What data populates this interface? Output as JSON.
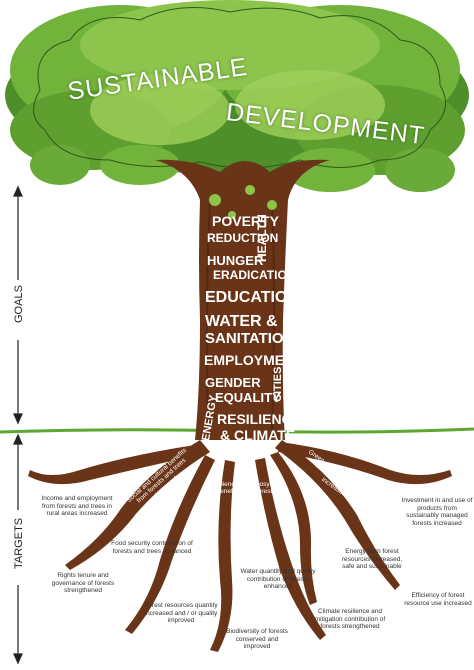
{
  "title": {
    "line1": "SUSTAINABLE",
    "line2": "DEVELOPMENT"
  },
  "axis": {
    "goals": "GOALS",
    "targets": "TARGETS"
  },
  "goals": {
    "poverty_1": "POVERTY",
    "poverty_2": "REDUCTION",
    "health": "HEALTH",
    "hunger_1": "HUNGER",
    "hunger_2": "ERADICATION",
    "education": "EDUCATION",
    "water_1": "WATER &",
    "water_2": "SANITATION",
    "employment": "EMPLOYMENT",
    "gender_1": "GENDER",
    "gender_2": "EQUALITY",
    "cities": "CITIES",
    "energy": "ENERGY",
    "resilience_1": "RESILIENCE",
    "resilience_2": "& CLIMATE"
  },
  "root_labels": {
    "social": "Social and cultural benefits from forests and trees improved",
    "ecosystem": "Resilience and ecosystem benefits from forests enhanced",
    "green_economy": "Green economy contribution of forests and trees increased"
  },
  "targets": {
    "income": "Income and employment from forests and trees in rural areas increased",
    "food": "Food security contribution of forests and trees enhanced",
    "rights": "Rights tenure and governance of forests strengthened",
    "forest_resources": "Forest resources quantity increased and / or quality improved",
    "water": "Water quantity and quality contribution of forests enhanced",
    "biodiversity": "Biodiversity of forests conserved and improved",
    "climate": "Climate resilience and mitigation contribution of forests strengthened",
    "energy": "Energy from forest resources increased, safe and sustainable",
    "investment": "Investment in and use of products from sustainably managed forests increased",
    "efficiency": "Efficiency of forest resource use increased"
  },
  "colors": {
    "canopy_dark": "#4f8f2a",
    "canopy_mid": "#72b33b",
    "canopy_light": "#9fd05a",
    "trunk": "#6a3418",
    "trunk_dark": "#4a2210",
    "ground": "#5aa832"
  }
}
